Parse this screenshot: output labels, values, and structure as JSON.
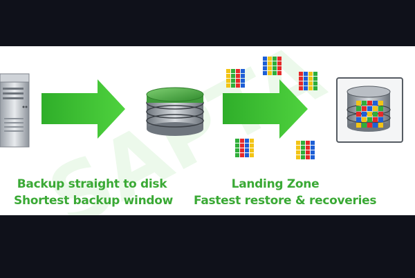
{
  "watermark": "SAPTA",
  "captions": {
    "left_line1": "Backup straight to disk",
    "left_line2": "Shortest backup window",
    "right_line1": "Landing Zone",
    "right_line2": "Fastest restore & recoveries"
  },
  "colors": {
    "background": "#0f111a",
    "panel": "#ffffff",
    "arrow_green": "#3cbf2e",
    "caption_green": "#3aa935",
    "disk_green": "#3f9a3a",
    "block_palette": [
      "#e52a2a",
      "#1f5fd6",
      "#f2c416",
      "#2fae3a"
    ]
  },
  "icons": [
    "server-icon",
    "arrow-icon",
    "disk-stack-icon",
    "arrow-icon",
    "data-block-icon",
    "storage-array-icon"
  ]
}
